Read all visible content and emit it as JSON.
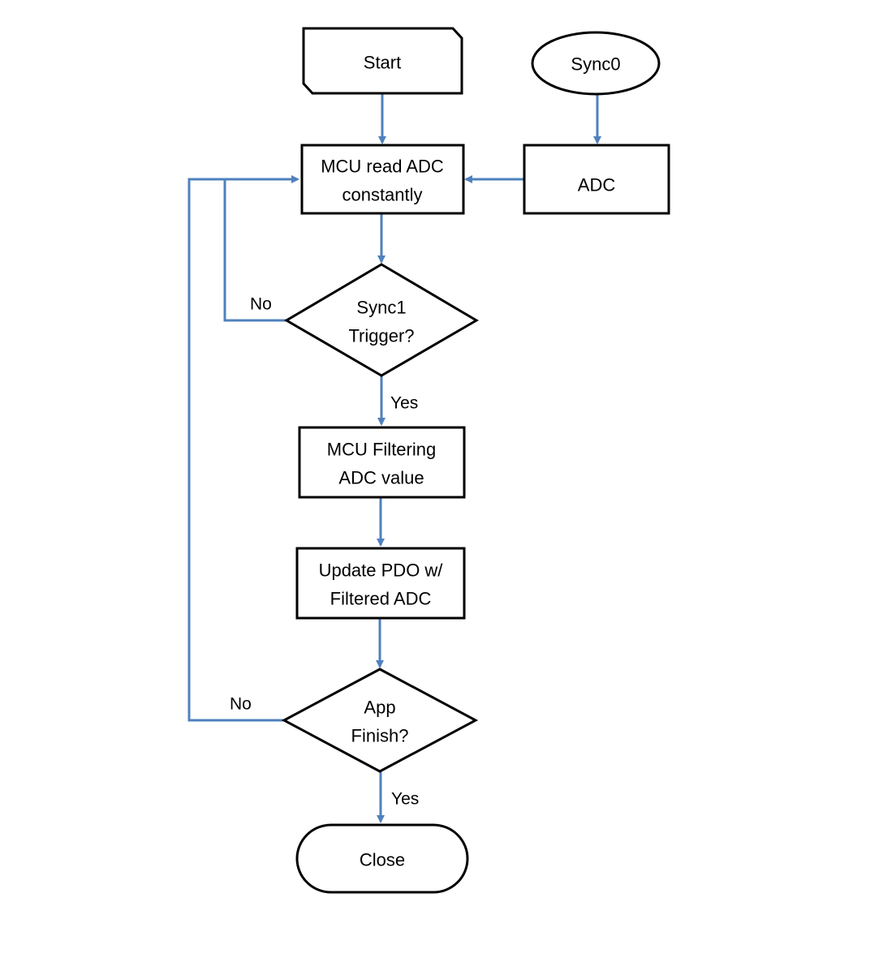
{
  "diagram": {
    "type": "flowchart",
    "nodes": {
      "start": {
        "label": "Start",
        "shape": "card"
      },
      "sync0": {
        "label": "Sync0",
        "shape": "ellipse"
      },
      "read_adc": {
        "line1": "MCU read ADC",
        "line2": "constantly",
        "shape": "process"
      },
      "adc": {
        "label": "ADC",
        "shape": "process"
      },
      "sync1": {
        "line1": "Sync1",
        "line2": "Trigger?",
        "shape": "decision"
      },
      "filtering": {
        "line1": "MCU Filtering",
        "line2": "ADC value",
        "shape": "process"
      },
      "update_pdo": {
        "line1": "Update PDO w/",
        "line2": "Filtered ADC",
        "shape": "process"
      },
      "app_finish": {
        "line1": "App",
        "line2": "Finish?",
        "shape": "decision"
      },
      "close": {
        "label": "Close",
        "shape": "terminator"
      }
    },
    "edge_labels": {
      "sync1_no": "No",
      "sync1_yes": "Yes",
      "finish_no": "No",
      "finish_yes": "Yes"
    },
    "colors": {
      "connector": "#4f81bd",
      "node_border": "#000000",
      "node_fill": "#ffffff"
    }
  }
}
